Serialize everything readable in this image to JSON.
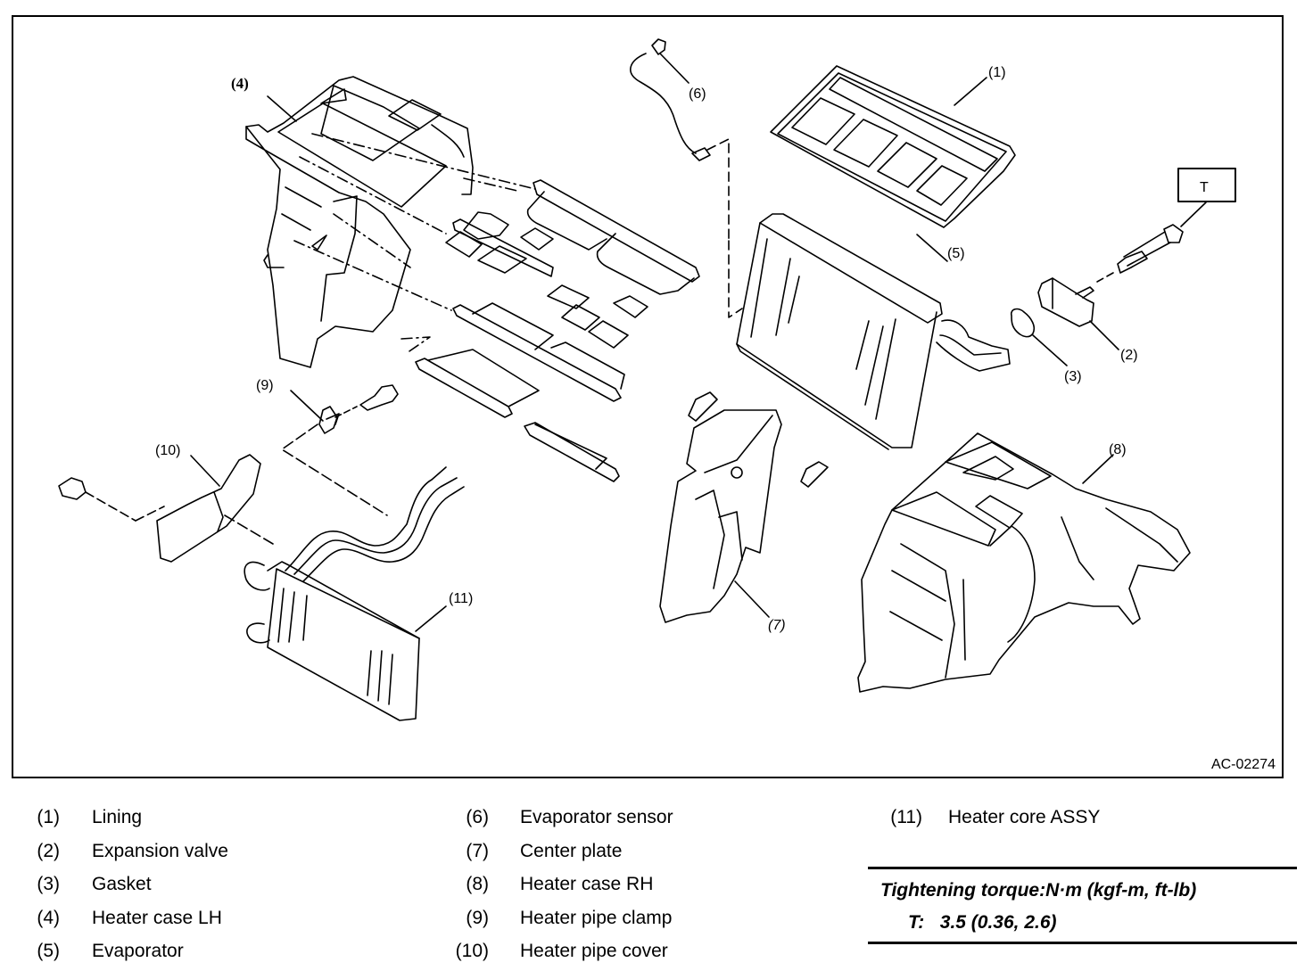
{
  "figure": {
    "id": "AC-02274",
    "torque_box_label": "T",
    "callouts": [
      "(1)",
      "(2)",
      "(3)",
      "(4)",
      "(5)",
      "(6)",
      "(7)",
      "(8)",
      "(9)",
      "(10)",
      "(11)"
    ]
  },
  "legend": {
    "columns": [
      [
        {
          "num": "(1)",
          "label": "Lining"
        },
        {
          "num": "(2)",
          "label": "Expansion valve"
        },
        {
          "num": "(3)",
          "label": "Gasket"
        },
        {
          "num": "(4)",
          "label": "Heater case LH"
        },
        {
          "num": "(5)",
          "label": "Evaporator"
        }
      ],
      [
        {
          "num": "(6)",
          "label": "Evaporator sensor"
        },
        {
          "num": "(7)",
          "label": "Center plate"
        },
        {
          "num": "(8)",
          "label": "Heater case RH"
        },
        {
          "num": "(9)",
          "label": "Heater pipe clamp"
        },
        {
          "num": "(10)",
          "label": "Heater pipe cover"
        }
      ],
      [
        {
          "num": "(11)",
          "label": "Heater core ASSY"
        }
      ]
    ]
  },
  "torque": {
    "title": "Tightening torque:N·m (kgf-m, ft-lb)",
    "value": "T:   3.5 (0.36, 2.6)"
  }
}
